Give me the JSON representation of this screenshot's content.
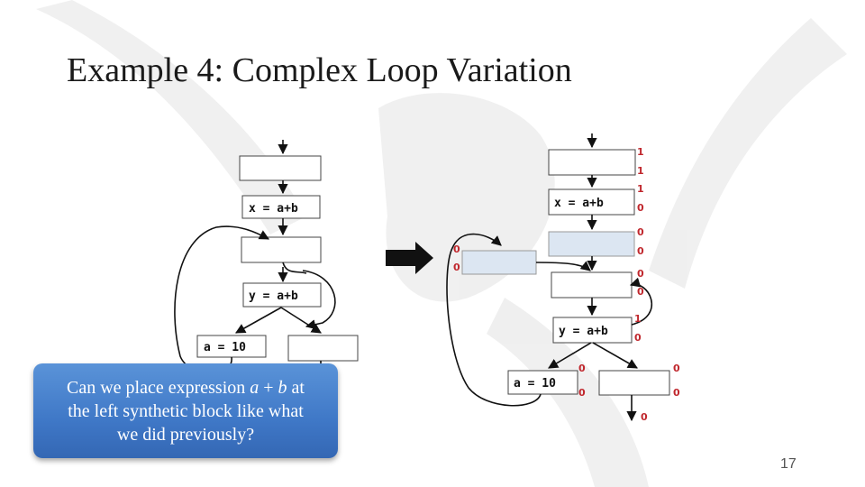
{
  "slide": {
    "title": "Example 4: Complex Loop Variation",
    "page_number": "17"
  },
  "callout": {
    "line1_prefix": "Can we place expression",
    "expr_a": "a",
    "expr_plus": "+",
    "expr_b": "b",
    "line1_suffix": "at",
    "line2": "the left synthetic block like what",
    "line3": "we did previously?"
  },
  "left_diagram": {
    "block_x": "x = a+b",
    "block_y": "y = a+b",
    "block_a": "a = 10"
  },
  "right_diagram": {
    "block_x": "x = a+b",
    "block_y": "y = a+b",
    "block_a": "a = 10",
    "counters": {
      "c1": "1",
      "c2": "1",
      "c3": "1",
      "c4": "0",
      "c5": "0",
      "c6": "0",
      "c7": "0",
      "c8": "0",
      "c9": "1",
      "c10": "0",
      "left1": "0",
      "left2": "0",
      "a_top": "0",
      "a_bot": "0",
      "r_top": "0",
      "r_bot": "0",
      "exit": "0"
    }
  },
  "colors": {
    "counter": "#c0272d",
    "highlight_block": "#dce6f2",
    "callout": "#4a84cf"
  }
}
